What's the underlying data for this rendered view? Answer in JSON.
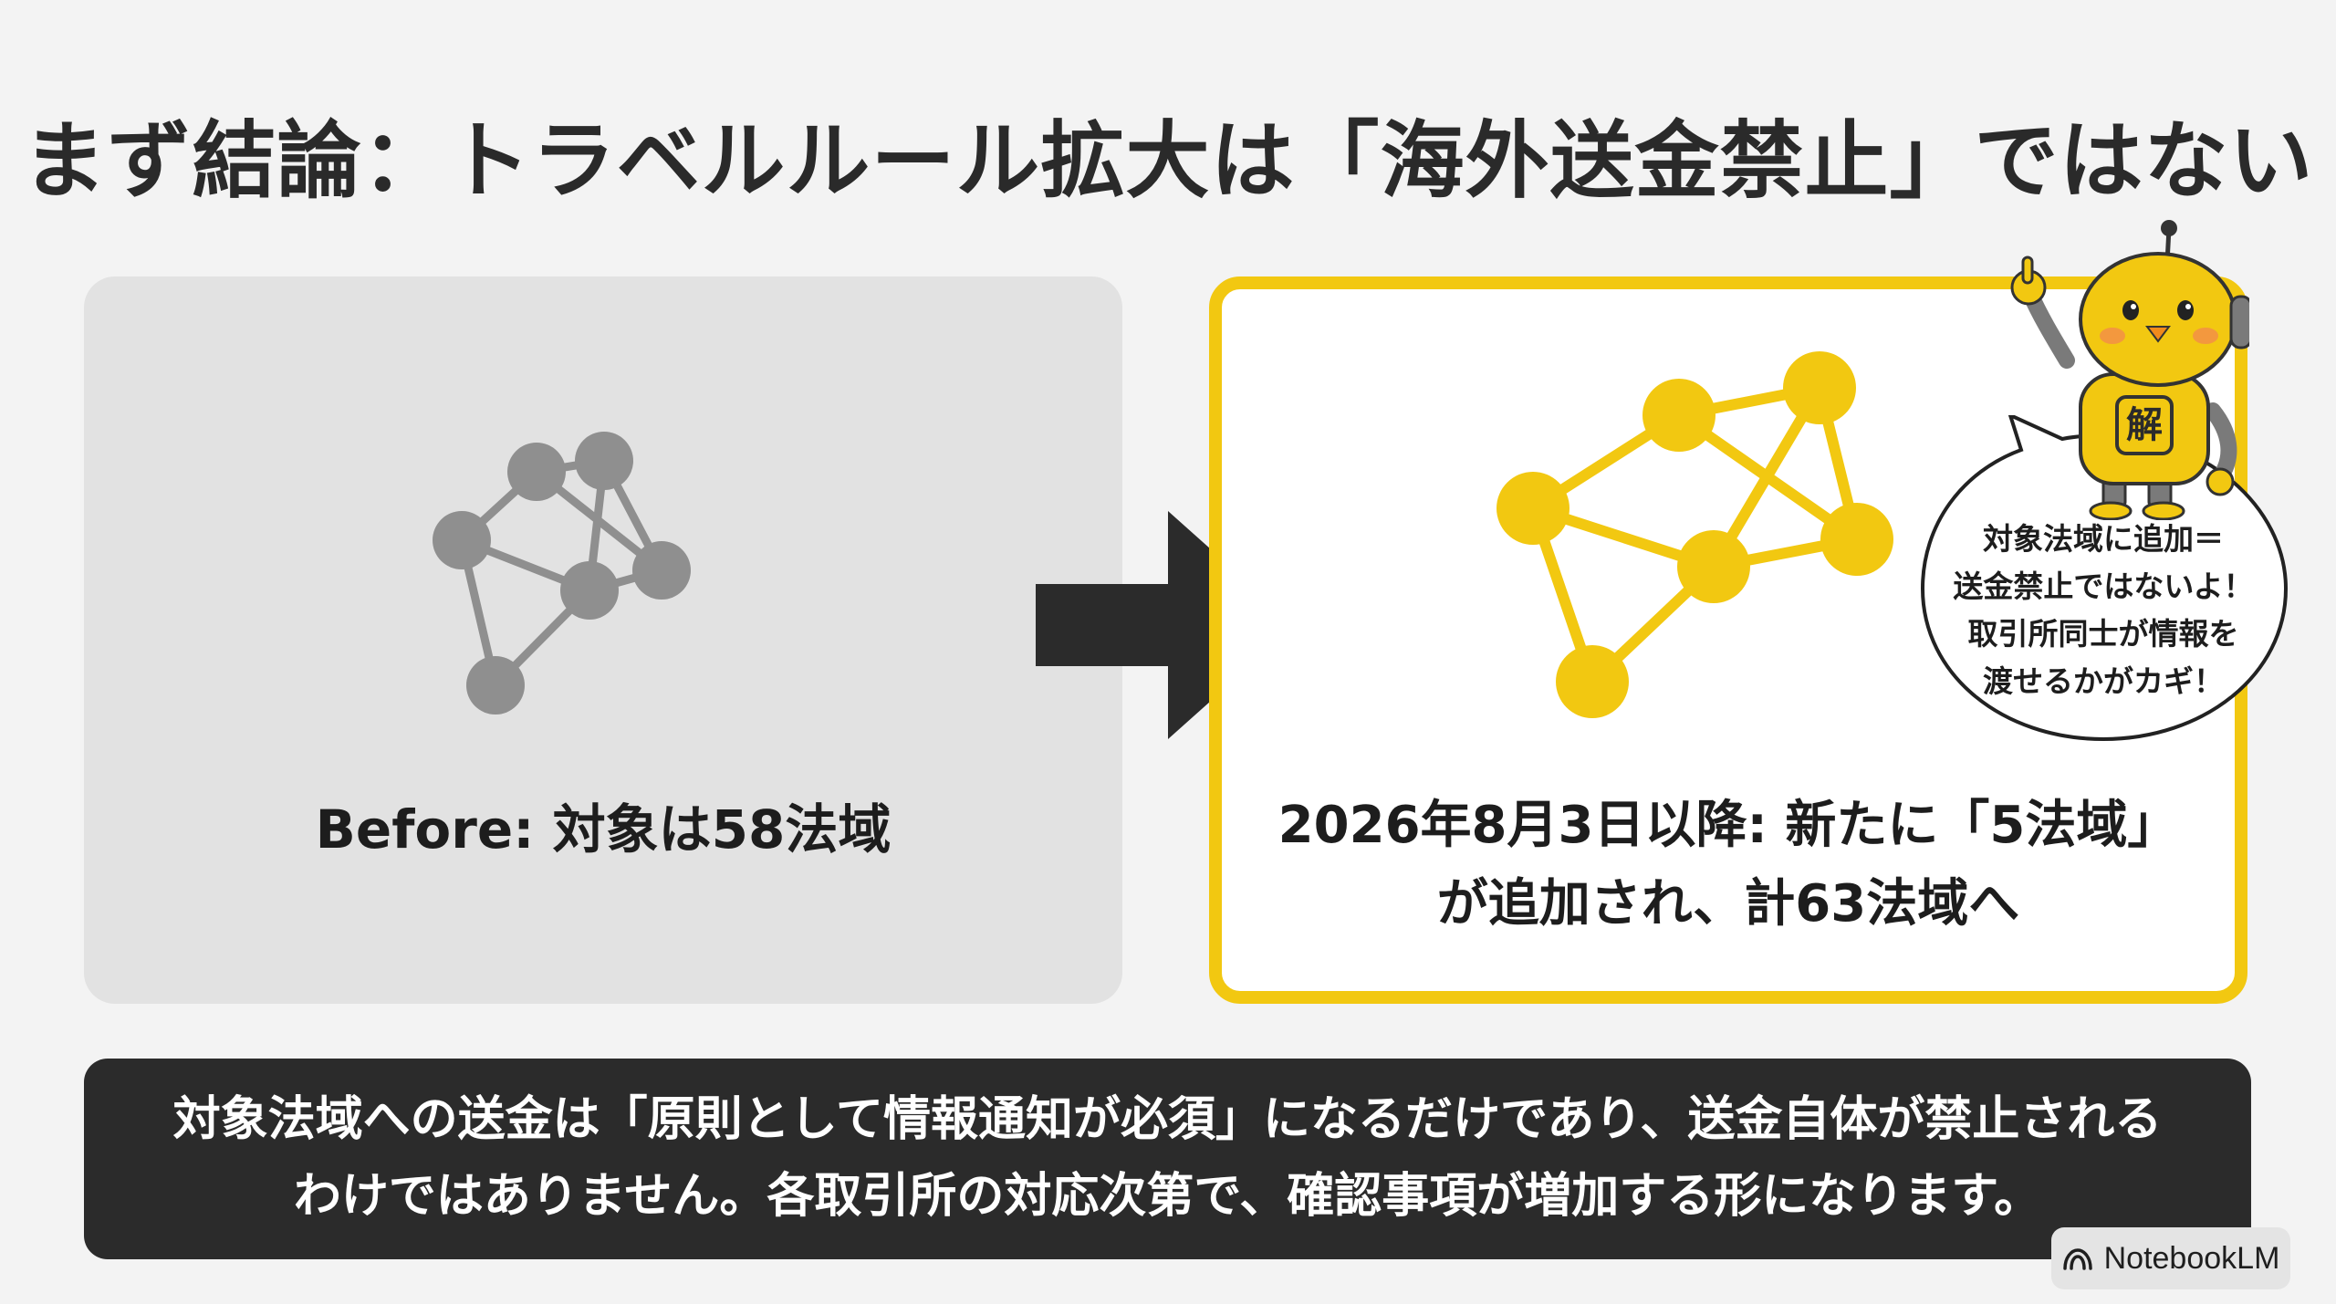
{
  "slide": {
    "title": "まず結論：トラベルルール拡大は「海外送金禁止」ではない"
  },
  "before_panel": {
    "label": "Before: 対象は58法域",
    "network_color": "#8f8f8f"
  },
  "after_panel": {
    "label_line1": "2026年8月3日以降: 新たに「5法域」",
    "label_line2": "が追加され、計63法域へ",
    "network_color": "#f2c811",
    "border_color": "#f2c811"
  },
  "mascot": {
    "badge_char": "解",
    "speech_line1": "対象法域に追加＝",
    "speech_line2": "送金禁止ではないよ！",
    "speech_line3": "取引所同士が情報を",
    "speech_line4": "渡せるかがカギ！"
  },
  "summary": {
    "line1": "対象法域への送金は「原則として情報通知が必須」になるだけであり、送金自体が禁止される",
    "line2": "わけではありません。各取引所の対応次第で、確認事項が増加する形になります。"
  },
  "watermark": {
    "label": "NotebookLM",
    "icon": "notebooklm-logo-icon"
  }
}
